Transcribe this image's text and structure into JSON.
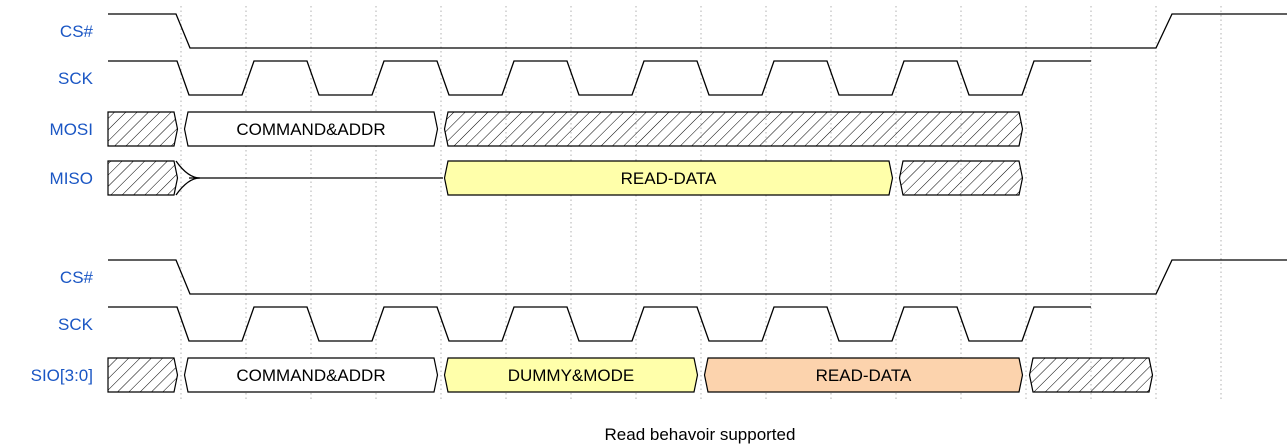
{
  "diagram": {
    "caption": "Read behavoir supported",
    "colors": {
      "label": "#1a56c4",
      "line": "#000000",
      "grid": "#b0b0b0",
      "yellow": "#ffffaa",
      "orange": "#fcd3ad",
      "white": "#ffffff"
    },
    "groups": [
      {
        "signals": [
          {
            "label": "CS#",
            "type": "cs"
          },
          {
            "label": "SCK",
            "type": "sck"
          },
          {
            "label": "MOSI",
            "type": "bus",
            "segments": [
              {
                "kind": "hatch"
              },
              {
                "kind": "data",
                "label": "COMMAND&ADDR",
                "color": "white"
              },
              {
                "kind": "hatch"
              }
            ]
          },
          {
            "label": "MISO",
            "type": "bus",
            "segments": [
              {
                "kind": "hatch"
              },
              {
                "kind": "hiz"
              },
              {
                "kind": "data",
                "label": "READ-DATA",
                "color": "yellow"
              },
              {
                "kind": "hatch"
              }
            ]
          }
        ]
      },
      {
        "signals": [
          {
            "label": "CS#",
            "type": "cs"
          },
          {
            "label": "SCK",
            "type": "sck"
          },
          {
            "label": "SIO[3:0]",
            "type": "bus",
            "segments": [
              {
                "kind": "hatch"
              },
              {
                "kind": "data",
                "label": "COMMAND&ADDR",
                "color": "white"
              },
              {
                "kind": "data",
                "label": "DUMMY&MODE",
                "color": "yellow"
              },
              {
                "kind": "data",
                "label": "READ-DATA",
                "color": "orange"
              },
              {
                "kind": "hatch"
              }
            ]
          }
        ]
      }
    ]
  }
}
